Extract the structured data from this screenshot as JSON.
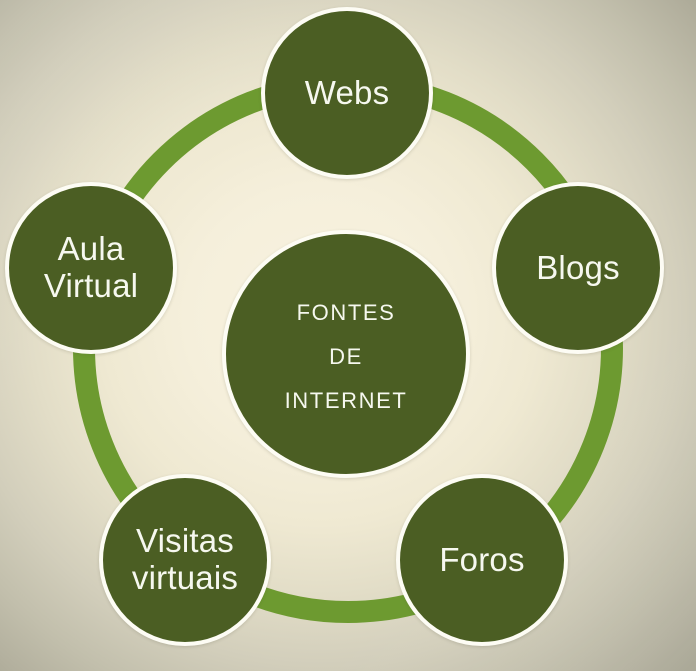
{
  "diagram": {
    "title": "Fontes de Internet",
    "type": "circular-hub-and-spoke",
    "center": {
      "label_lines": [
        "Fontes",
        "de",
        "Internet"
      ],
      "label_full": "FONTES DE INTERNET"
    },
    "nodes": [
      {
        "id": "webs",
        "label": "Webs",
        "position": "top"
      },
      {
        "id": "blogs",
        "label": "Blogs",
        "position": "right"
      },
      {
        "id": "foros",
        "label": "Foros",
        "position": "bottom-right"
      },
      {
        "id": "visitas",
        "label_lines": [
          "Visitas",
          "virtuais"
        ],
        "label": "Visitas virtuais",
        "position": "bottom-left"
      },
      {
        "id": "aula",
        "label_lines": [
          "Aula",
          "Virtual"
        ],
        "label": "Aula Virtual",
        "position": "left"
      }
    ],
    "colors": {
      "circle_fill": "#4b5e23",
      "circle_border": "#fdfcf4",
      "ring": "#6d9a30",
      "text": "#f6f8ef",
      "background_center": "#f8f3e0",
      "background_edge": "#a6a492"
    }
  }
}
